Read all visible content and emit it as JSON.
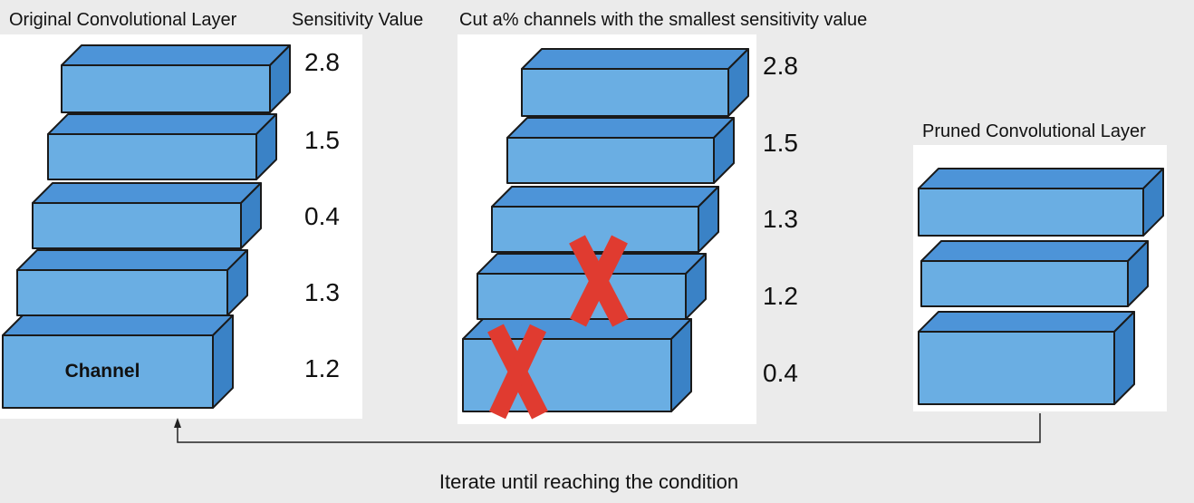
{
  "headers": {
    "original_layer": "Original Convolutional Layer",
    "sensitivity": "Sensitivity Value",
    "cut": "Cut a% channels with the smallest sensitivity value",
    "pruned_layer": "Pruned Convolutional Layer"
  },
  "original": {
    "channel_label": "Channel",
    "values": [
      "2.8",
      "1.5",
      "0.4",
      "1.3",
      "1.2"
    ]
  },
  "cut_stage": {
    "values": [
      "2.8",
      "1.5",
      "1.3",
      "1.2",
      "0.4"
    ]
  },
  "loop_label": "Iterate until reaching the condition",
  "colors": {
    "background": "#ebebeb",
    "panel": "#ffffff",
    "block_front": "#6aaee3",
    "block_top": "#4d94d8",
    "block_side": "#3a82c6",
    "cross": "#e03b30"
  }
}
